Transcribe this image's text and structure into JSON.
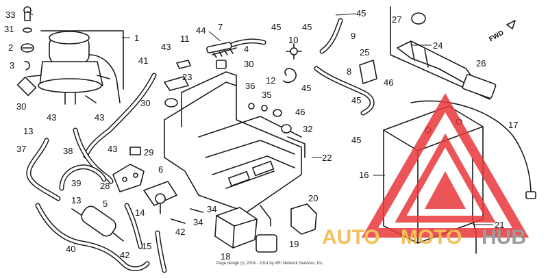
{
  "callouts": [
    "33",
    "31",
    "2",
    "3",
    "30",
    "1",
    "43",
    "43",
    "13",
    "37",
    "38",
    "39",
    "43",
    "29",
    "28",
    "6",
    "5",
    "13",
    "40",
    "42",
    "14",
    "15",
    "41",
    "43",
    "11",
    "44",
    "7",
    "4",
    "30",
    "23",
    "30",
    "36",
    "35",
    "10",
    "45",
    "45",
    "12",
    "45",
    "46",
    "32",
    "22",
    "45",
    "9",
    "8",
    "45",
    "25",
    "46",
    "27",
    "24",
    "26",
    "17",
    "16",
    "21",
    "20",
    "19",
    "18",
    "34",
    "34",
    "42",
    "45"
  ],
  "fwd_label": "FWD",
  "copyright": "Page design (c) 2004 - 2014 by ARI Network Services, Inc.",
  "watermark": {
    "part_auto": "AUTO",
    "part_moto": "MOTO",
    "part_hub": "HUB",
    "color_triangle": "#e8383a",
    "color_orange": "#f2b63c",
    "color_gray": "#8a8a8a"
  }
}
